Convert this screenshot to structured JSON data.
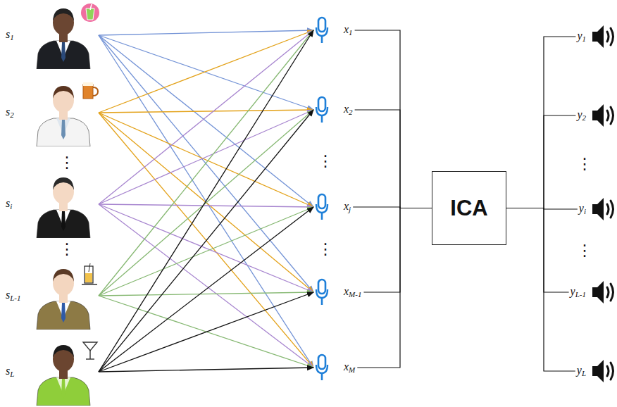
{
  "diagram": {
    "nodes": [
      {
        "text": [
          "s1"
        ]
      },
      {
        "text": [
          "s2"
        ]
      },
      {
        "text": [
          "si"
        ]
      },
      {
        "text": [
          "sL-1"
        ]
      },
      {
        "text": [
          "sL"
        ]
      },
      {
        "text": [
          "x1"
        ]
      },
      {
        "text": [
          "x2"
        ]
      },
      {
        "text": [
          "xj"
        ]
      },
      {
        "text": [
          "xM-1"
        ]
      },
      {
        "text": [
          "xM"
        ]
      },
      {
        "text": [
          "ICA"
        ]
      },
      {
        "text": [
          "y1"
        ]
      },
      {
        "text": [
          "y2"
        ]
      },
      {
        "text": [
          "yi"
        ]
      },
      {
        "text": [
          "yL-1"
        ]
      },
      {
        "text": [
          "yL"
        ]
      }
    ],
    "edges": [
      {
        "from": 0,
        "to": 5,
        "arrow": "to"
      },
      {
        "from": 0,
        "to": 6,
        "arrow": "to"
      },
      {
        "from": 0,
        "to": 7,
        "arrow": "to"
      },
      {
        "from": 0,
        "to": 8,
        "arrow": "to"
      },
      {
        "from": 0,
        "to": 9,
        "arrow": "to"
      },
      {
        "from": 1,
        "to": 5,
        "arrow": "to"
      },
      {
        "from": 1,
        "to": 6,
        "arrow": "to"
      },
      {
        "from": 1,
        "to": 7,
        "arrow": "to"
      },
      {
        "from": 1,
        "to": 8,
        "arrow": "to"
      },
      {
        "from": 1,
        "to": 9,
        "arrow": "to"
      },
      {
        "from": 2,
        "to": 5,
        "arrow": "to"
      },
      {
        "from": 2,
        "to": 6,
        "arrow": "to"
      },
      {
        "from": 2,
        "to": 7,
        "arrow": "to"
      },
      {
        "from": 2,
        "to": 8,
        "arrow": "to"
      },
      {
        "from": 2,
        "to": 9,
        "arrow": "to"
      },
      {
        "from": 3,
        "to": 5,
        "arrow": "to"
      },
      {
        "from": 3,
        "to": 6,
        "arrow": "to"
      },
      {
        "from": 3,
        "to": 7,
        "arrow": "to"
      },
      {
        "from": 3,
        "to": 8,
        "arrow": "to"
      },
      {
        "from": 3,
        "to": 9,
        "arrow": "to"
      },
      {
        "from": 4,
        "to": 5,
        "arrow": "to"
      },
      {
        "from": 4,
        "to": 6,
        "arrow": "to"
      },
      {
        "from": 4,
        "to": 7,
        "arrow": "to"
      },
      {
        "from": 4,
        "to": 8,
        "arrow": "to"
      },
      {
        "from": 4,
        "to": 9,
        "arrow": "to"
      },
      {
        "from": 5,
        "to": 10,
        "arrow": "none"
      },
      {
        "from": 6,
        "to": 10,
        "arrow": "none"
      },
      {
        "from": 7,
        "to": 10,
        "arrow": "none"
      },
      {
        "from": 8,
        "to": 10,
        "arrow": "none"
      },
      {
        "from": 9,
        "to": 10,
        "arrow": "none"
      },
      {
        "from": 10,
        "to": 11,
        "arrow": "none"
      },
      {
        "from": 10,
        "to": 12,
        "arrow": "none"
      },
      {
        "from": 10,
        "to": 13,
        "arrow": "none"
      },
      {
        "from": 10,
        "to": 14,
        "arrow": "none"
      },
      {
        "from": 10,
        "to": 15,
        "arrow": "none"
      }
    ],
    "labels": [
      "⋮",
      "⋮",
      "⋮",
      "⋮",
      "⋮",
      "⋮"
    ]
  }
}
